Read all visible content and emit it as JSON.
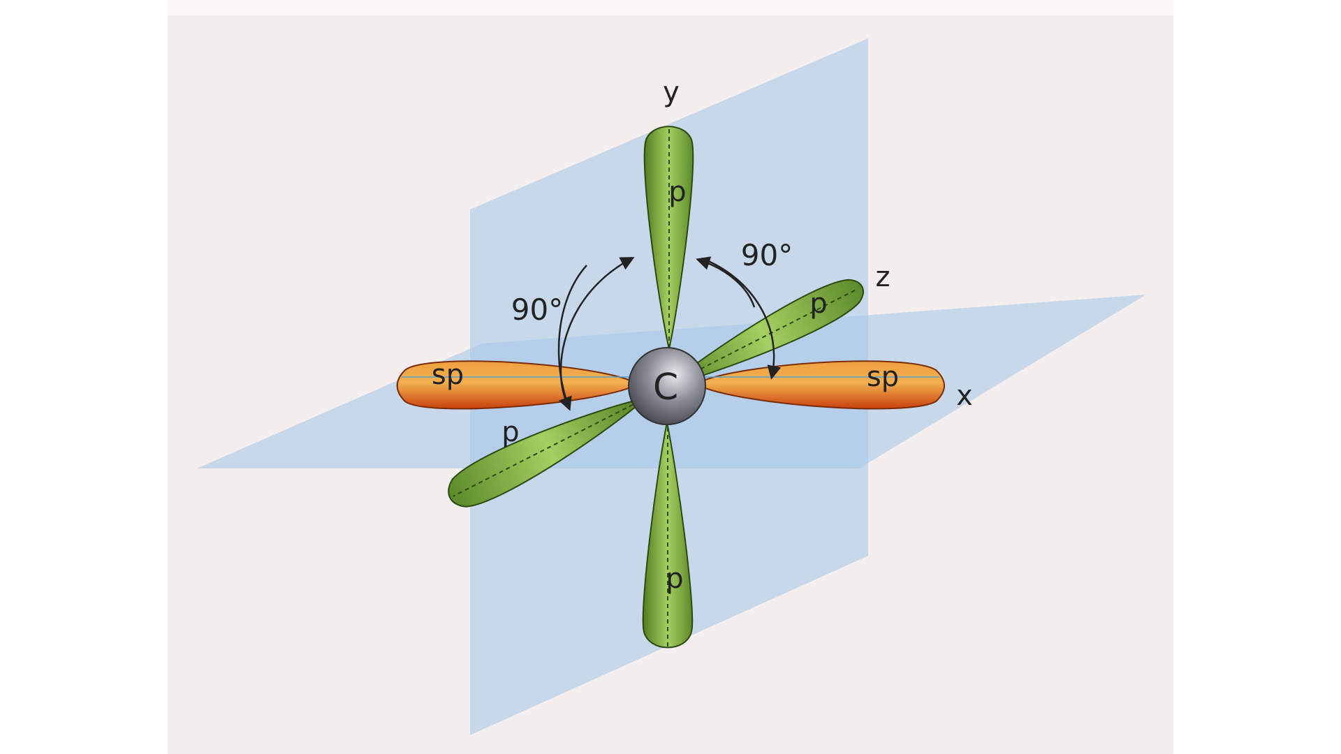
{
  "diagram": {
    "axes": {
      "x": "x",
      "y": "y",
      "z": "z"
    },
    "atom": "C",
    "orbitals": {
      "p_top": "p",
      "p_bottom": "p",
      "p_z_front": "p",
      "p_z_back": "p",
      "sp_left": "sp",
      "sp_right": "sp"
    },
    "angles": {
      "left": "90°",
      "right": "90°"
    },
    "colors": {
      "p_orbital": "#7cab3c",
      "sp_orbital": "#e0641c",
      "plane": "#a9c9ea",
      "atom": "#7a7d84"
    }
  }
}
